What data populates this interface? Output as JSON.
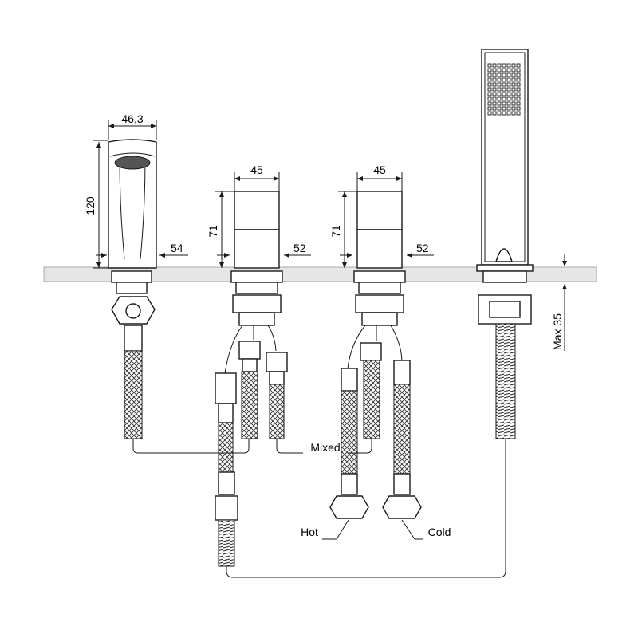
{
  "dimensions": {
    "spout_width": "46,3",
    "spout_height": "120",
    "spout_base": "54",
    "valve1_width": "45",
    "valve1_height": "71",
    "valve1_base": "52",
    "valve2_width": "45",
    "valve2_height": "71",
    "valve2_base": "52",
    "deck_max": "Max 35"
  },
  "labels": {
    "mixed": "Mixed",
    "hot": "Hot",
    "cold": "Cold"
  },
  "colors": {
    "deck": "#e6e6e6",
    "line": "#1a1a1a"
  }
}
